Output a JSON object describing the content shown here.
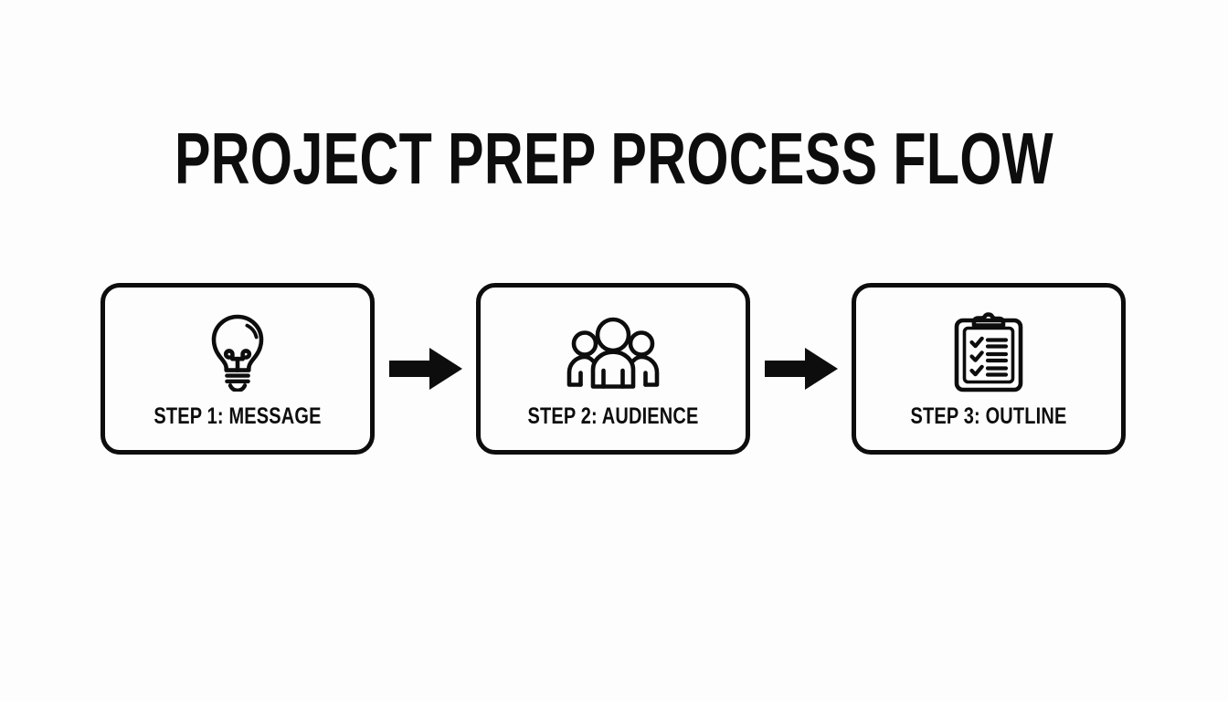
{
  "slide": {
    "background_color": "#fdfdfe",
    "ink_color": "#0d0d0d",
    "title": "PROJECT PREP PROCESS FLOW"
  },
  "flow": {
    "steps": [
      {
        "label": "STEP 1: MESSAGE",
        "icon": "lightbulb-icon",
        "icon_name": "lightbulb"
      },
      {
        "label": "STEP 2: AUDIENCE",
        "icon": "people-group-icon",
        "icon_name": "people-group"
      },
      {
        "label": "STEP 3: OUTLINE",
        "icon": "clipboard-checklist-icon",
        "icon_name": "clipboard-checklist"
      }
    ],
    "connectors": [
      {
        "icon": "arrow-right-icon"
      },
      {
        "icon": "arrow-right-icon"
      }
    ]
  }
}
